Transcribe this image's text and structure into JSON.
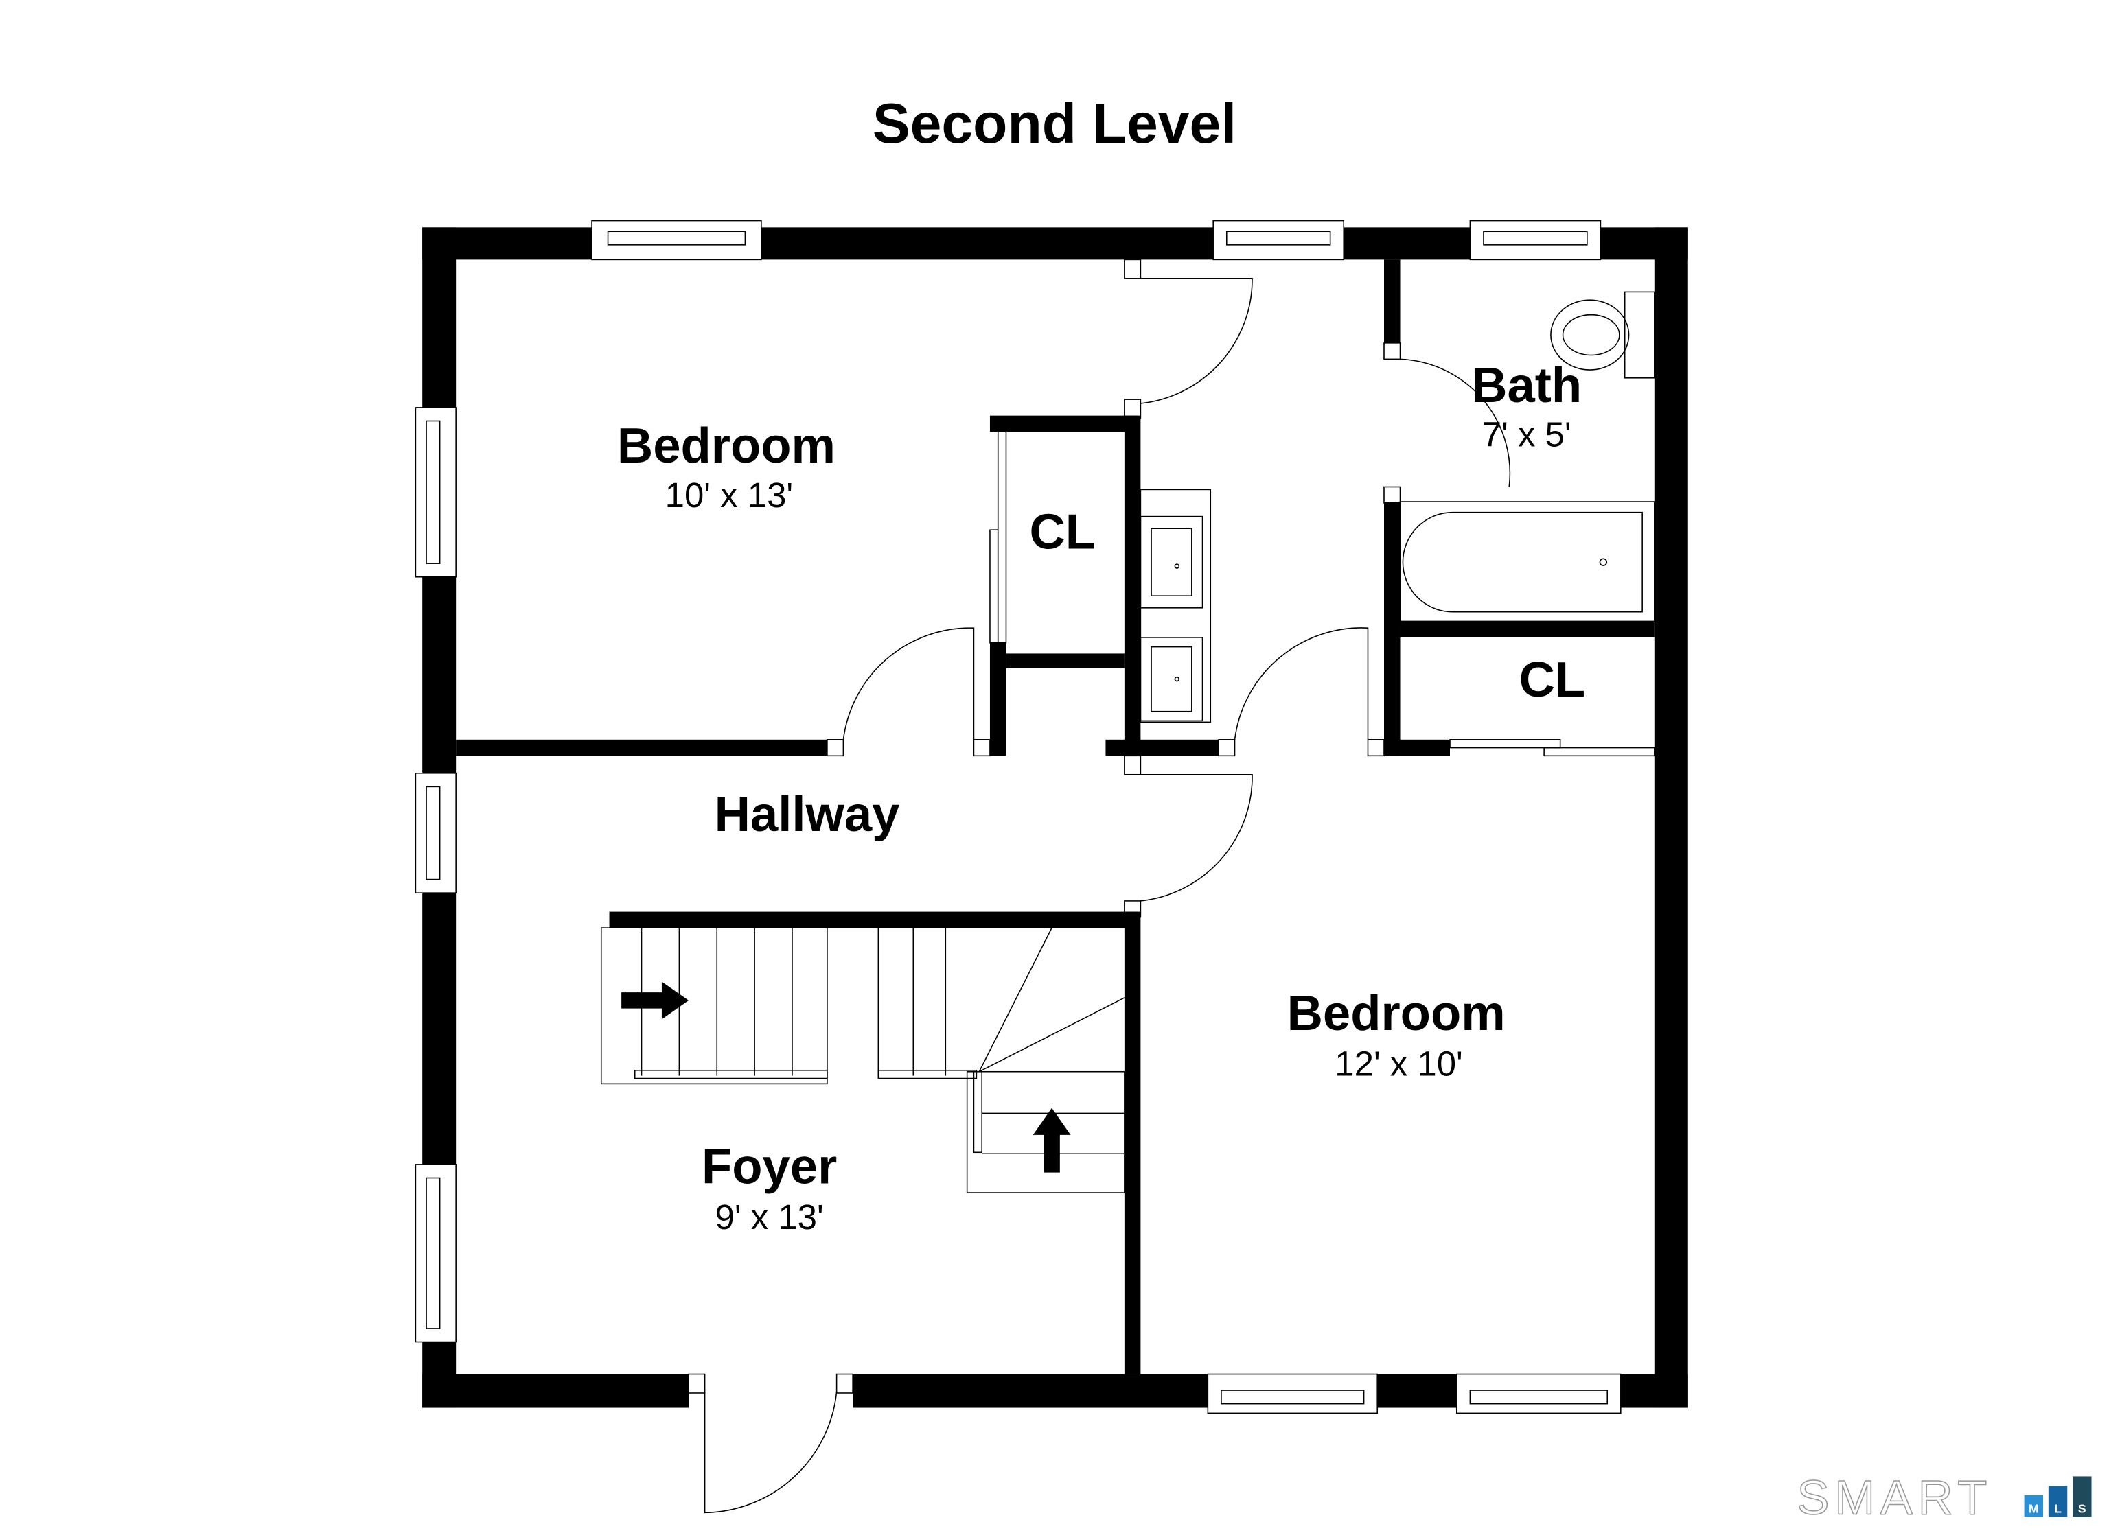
{
  "title": "Second Level",
  "rooms": [
    {
      "name": "Bedroom",
      "size": "10' x 13'"
    },
    {
      "name": "CL"
    },
    {
      "name": "Bath",
      "size": "7' x 5'"
    },
    {
      "name": "CL"
    },
    {
      "name": "Hallway"
    },
    {
      "name": "Bedroom",
      "size": "12' x 10'"
    },
    {
      "name": "Foyer",
      "size": "9' x 13'"
    }
  ],
  "logo": {
    "text": "SMART",
    "letters": [
      "M",
      "L",
      "S"
    ],
    "colors": [
      "#2b8fd6",
      "#1563a0",
      "#1f4a5c"
    ]
  }
}
